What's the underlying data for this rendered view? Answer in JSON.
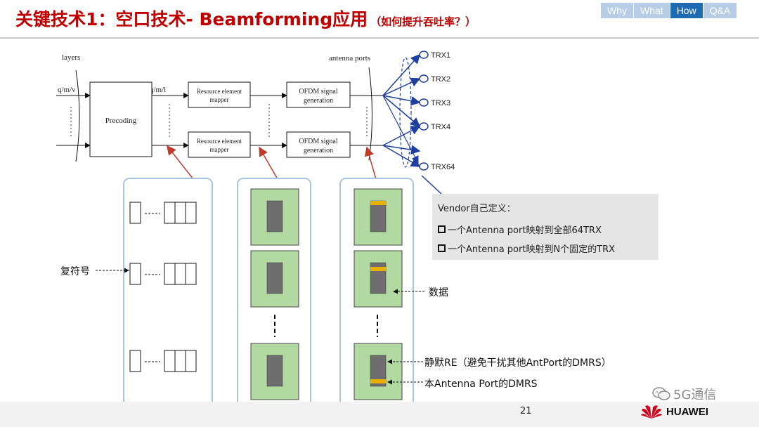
{
  "title": {
    "main": "关键技术1：空口技术- Beamforming应用",
    "sub": "（如何提升吞吐率？）"
  },
  "nav": {
    "tabs": [
      "Why",
      "What",
      "How",
      "Q&A"
    ],
    "active": "How"
  },
  "diagram": {
    "layers_label": "layers",
    "antenna_ports_label": "antenna ports",
    "label_qmv": "q/m/v",
    "label_qml": "q/m/l",
    "precoding": "Precoding",
    "rem_line1": "Resource element",
    "rem_line2": "mapper",
    "ofdm_line1": "OFDM signal",
    "ofdm_line2": "generation",
    "trx": [
      "TRX1",
      "TRX2",
      "TRX3",
      "TRX4",
      "TRX64"
    ]
  },
  "vendor": {
    "title": "Vendor自己定义：",
    "items": [
      "一个Antenna port映射到全部64TRX",
      "一个Antenna port映射到N个固定的TRX"
    ]
  },
  "labels": {
    "complex_symbol": "复符号",
    "data": "数据",
    "muted_re": "静默RE（避免干扰其他AntPort的DMRS）",
    "dmrs": "本Antenna Port的DMRS"
  },
  "footer": {
    "page": "21",
    "wechat": "5G通信",
    "brand": "HUAWEI"
  },
  "colors": {
    "title": "#c00000",
    "nav_active": "#1f6bb3",
    "nav_inactive": "#b7cde6",
    "arrow_blue": "#1f3f9f",
    "arrow_red": "#c0392b",
    "block_green": "#b3d9a3",
    "dmrs_yellow": "#e8b000"
  }
}
